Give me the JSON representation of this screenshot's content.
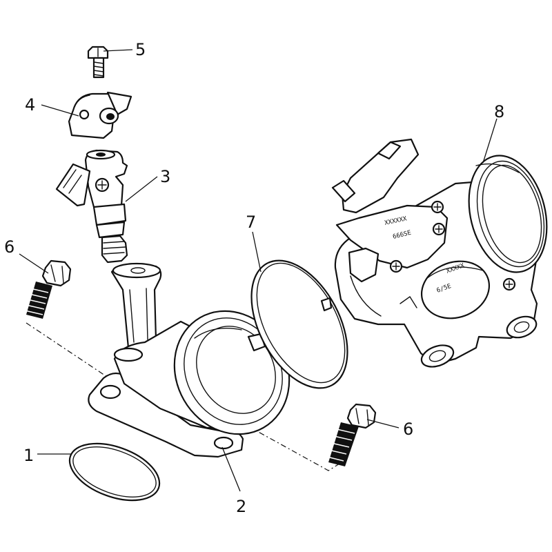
{
  "diagram": {
    "callouts": [
      {
        "id": "1",
        "label": "1"
      },
      {
        "id": "2",
        "label": "2"
      },
      {
        "id": "3",
        "label": "3"
      },
      {
        "id": "4",
        "label": "4"
      },
      {
        "id": "5",
        "label": "5"
      },
      {
        "id": "6a",
        "label": "6"
      },
      {
        "id": "6b",
        "label": "6"
      },
      {
        "id": "7",
        "label": "7"
      },
      {
        "id": "8",
        "label": "8"
      }
    ],
    "markings": {
      "sensor_top": "XXXXXX",
      "sensor_top_2": "666SE",
      "sensor_lower": "XXXXX",
      "sensor_lower_2": "6/5E"
    }
  }
}
